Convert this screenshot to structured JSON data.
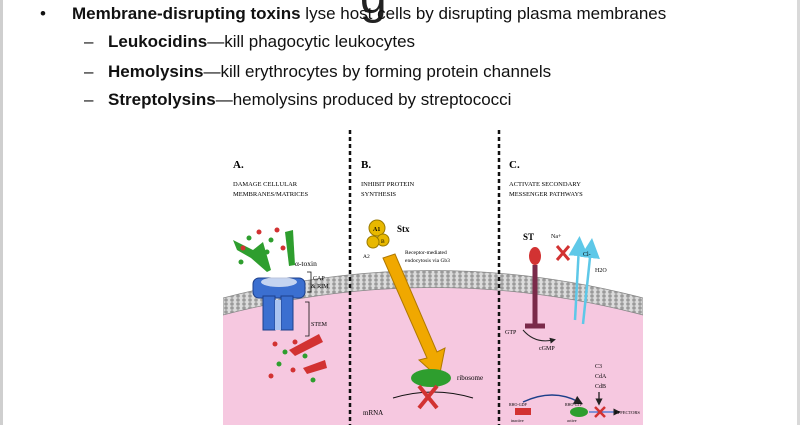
{
  "slide": {
    "title_fragment": "g",
    "bullet": {
      "term": "Membrane-disrupting toxins",
      "rest": " lyse host cells by disrupting plasma membranes"
    },
    "sub_items": [
      {
        "term": "Leukocidins",
        "rest": "—kill phagocytic leukocytes"
      },
      {
        "term": "Hemolysins",
        "rest": "—kill erythrocytes by forming protein channels"
      },
      {
        "term": "Streptolysins",
        "rest": "—hemolysins produced by streptococci"
      }
    ],
    "bullet_symbol": "•",
    "dash_symbol": "–"
  },
  "figure": {
    "panels": [
      {
        "letter": "A.",
        "heading1": "DAMAGE CELLULAR",
        "heading2": "MEMBRANES/MATRICES"
      },
      {
        "letter": "B.",
        "heading1": "INHIBIT PROTEIN",
        "heading2": "SYNTHESIS"
      },
      {
        "letter": "C.",
        "heading1": "ACTIVATE SECONDARY",
        "heading2": "MESSENGER PATHWAYS"
      }
    ],
    "labels_a": {
      "toxin": "α-toxin",
      "cap": "CAP",
      "rim": "& RIM",
      "stem": "STEM"
    },
    "labels_b": {
      "stx": "Stx",
      "a1": "A1",
      "a2": "A2",
      "b": "B",
      "receptor1": "Receptor-mediated",
      "receptor2": "endocytosis via Gb3",
      "ribosome": "ribosome",
      "mrna": "mRNA"
    },
    "labels_c": {
      "st": "ST",
      "na": "Na+",
      "cl": "Cl-",
      "h2o": "H2O",
      "gtp": "GTP",
      "cgmp": "cGMP",
      "c3": "C3",
      "cda": "CdA",
      "cdb": "CdB",
      "rho_gdp1": "RHO-GDP",
      "inactive": "inactive",
      "rho_gdp2": "RHO-GTP",
      "active": "active",
      "effectors": "EFFECTORS"
    },
    "colors": {
      "cytoplasm": "#f6c8e0",
      "membrane": "#b6b6b6",
      "outside": "#ffffff",
      "pore": "#3b6fd0",
      "green": "#2e9e2e",
      "red": "#d23232",
      "gold": "#e8b800",
      "maroon": "#7a2a4a",
      "cyan": "#5ec8e8"
    }
  }
}
